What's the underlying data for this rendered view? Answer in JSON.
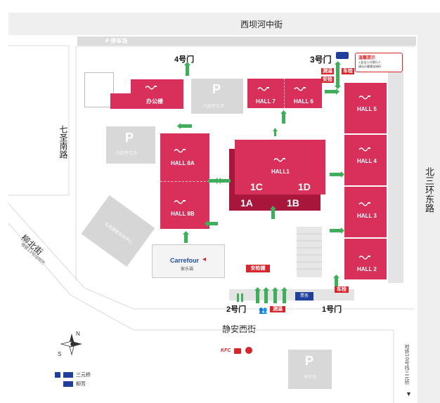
{
  "streets": {
    "north": "西坝河中街",
    "west": "七圣南路",
    "southwest": "柳北街",
    "southwest_sub": "地铁13号线柳芳",
    "south": "静安西街",
    "east": "北三环东路",
    "east_sub": "地铁10号线三元桥"
  },
  "parking": {
    "top_strip": "P 停车场",
    "letter": "P",
    "inner_label": "内部停车场",
    "bottom_label": "停车场"
  },
  "halls": {
    "office": "办公楼",
    "h7": "HALL 7",
    "h6": "HALL 6",
    "h5": "HALL 5",
    "h4": "HALL 4",
    "h3": "HALL 3",
    "h2": "HALL 2",
    "h8a": "HALL 8A",
    "h8b": "HALL 8B",
    "h1": "HALL1",
    "z1c": "1C",
    "z1d": "1D",
    "z1a": "1A",
    "z1b": "1B"
  },
  "gates": {
    "g4": "4号门",
    "g3": "3号门",
    "g2": "2号门",
    "g1": "1号门"
  },
  "tags": {
    "temp_check": "测温",
    "security": "安检",
    "vehicle_check": "车检",
    "security_area": "安检棚",
    "blue_box": "票务"
  },
  "notice": {
    "title": "温馨提示",
    "line1": "1.此出入口限行人",
    "line2": "请出示健康宝绿码"
  },
  "buildings": {
    "residence": "北京国家会议中心",
    "carrefour": "Carrefour",
    "carrefour_sub": "家乐福"
  },
  "legend": {
    "item1": "三元桥",
    "item2": "柳芳"
  },
  "compass": {
    "north": "N",
    "south": "S"
  },
  "colors": {
    "hall": "#d8305a",
    "hall_dark": "#a9163c",
    "arrow": "#3fae5a",
    "tag": "#d6262b",
    "gray": "#d8d8d8"
  }
}
